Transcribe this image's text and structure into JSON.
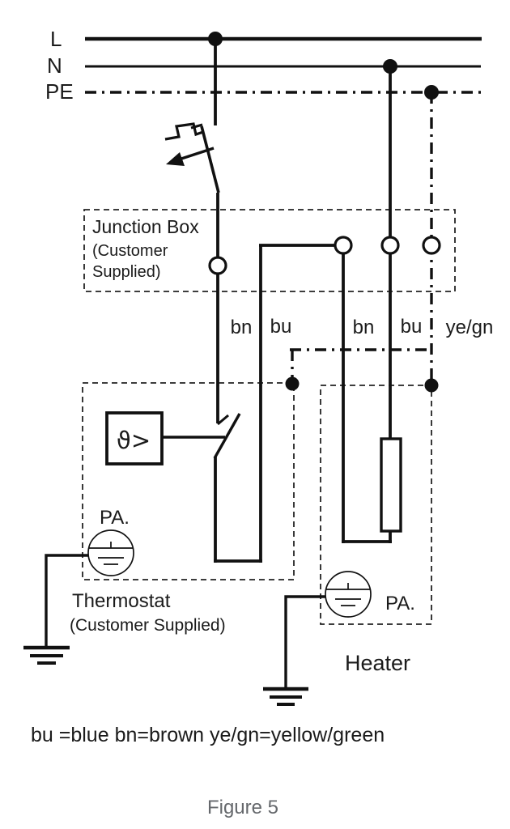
{
  "colors": {
    "line": "#111111",
    "text": "#1b1b1b",
    "caption": "#65686c",
    "background": "#ffffff"
  },
  "rails": {
    "l": "L",
    "n": "N",
    "pe": "PE"
  },
  "junction_box": {
    "line1": "Junction Box",
    "line2": "(Customer",
    "line3": "Supplied)"
  },
  "wire_labels": {
    "bn_left": "bn",
    "bu_left": "bu",
    "bn_right": "bn",
    "bu_right": "bu",
    "yegn": "ye/gn"
  },
  "thermostat": {
    "relay_symbol": "ϑ>",
    "pa": "PA.",
    "title": "Thermostat",
    "subtitle": "(Customer Supplied)"
  },
  "heater": {
    "pa": "PA.",
    "title": "Heater"
  },
  "legend": "bu =blue bn=brown ye/gn=yellow/green",
  "caption": "Figure 5"
}
